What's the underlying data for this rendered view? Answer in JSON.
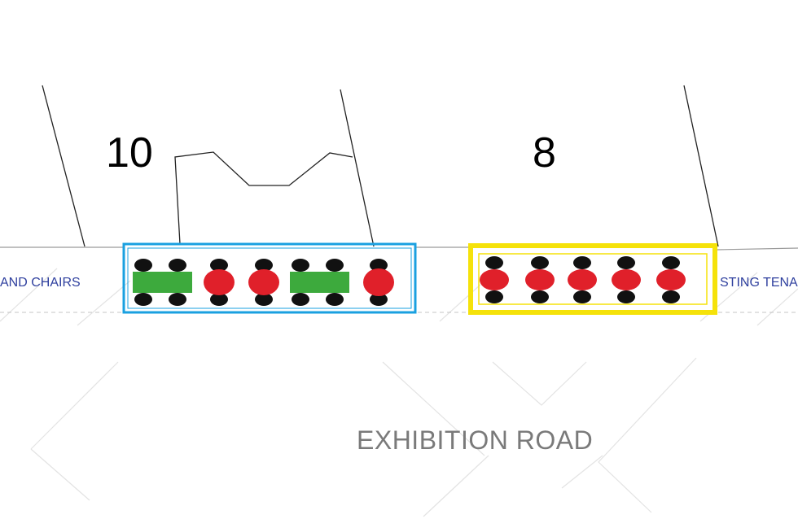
{
  "lots": [
    {
      "number": "10"
    },
    {
      "number": "8"
    }
  ],
  "labels": {
    "left_partial": "AND CHAIRS",
    "right_partial": "STING TENA",
    "road": "EXHIBITION ROAD"
  },
  "colors": {
    "table": "#3daa3d",
    "round_table": "#e0202a",
    "chair": "#111111",
    "zone_left_border": "#1aa0e0",
    "zone_right_border": "#f5e20a",
    "label_blue": "#2e3f9e",
    "road_text": "#7a7a7a"
  },
  "zones": {
    "left": {
      "items": [
        "rect-table",
        "rect-table",
        "round-table",
        "round-table",
        "rect-table",
        "rect-table",
        "round-table"
      ]
    },
    "right": {
      "items": [
        "round-table",
        "round-table",
        "round-table",
        "round-table",
        "round-table"
      ]
    }
  }
}
